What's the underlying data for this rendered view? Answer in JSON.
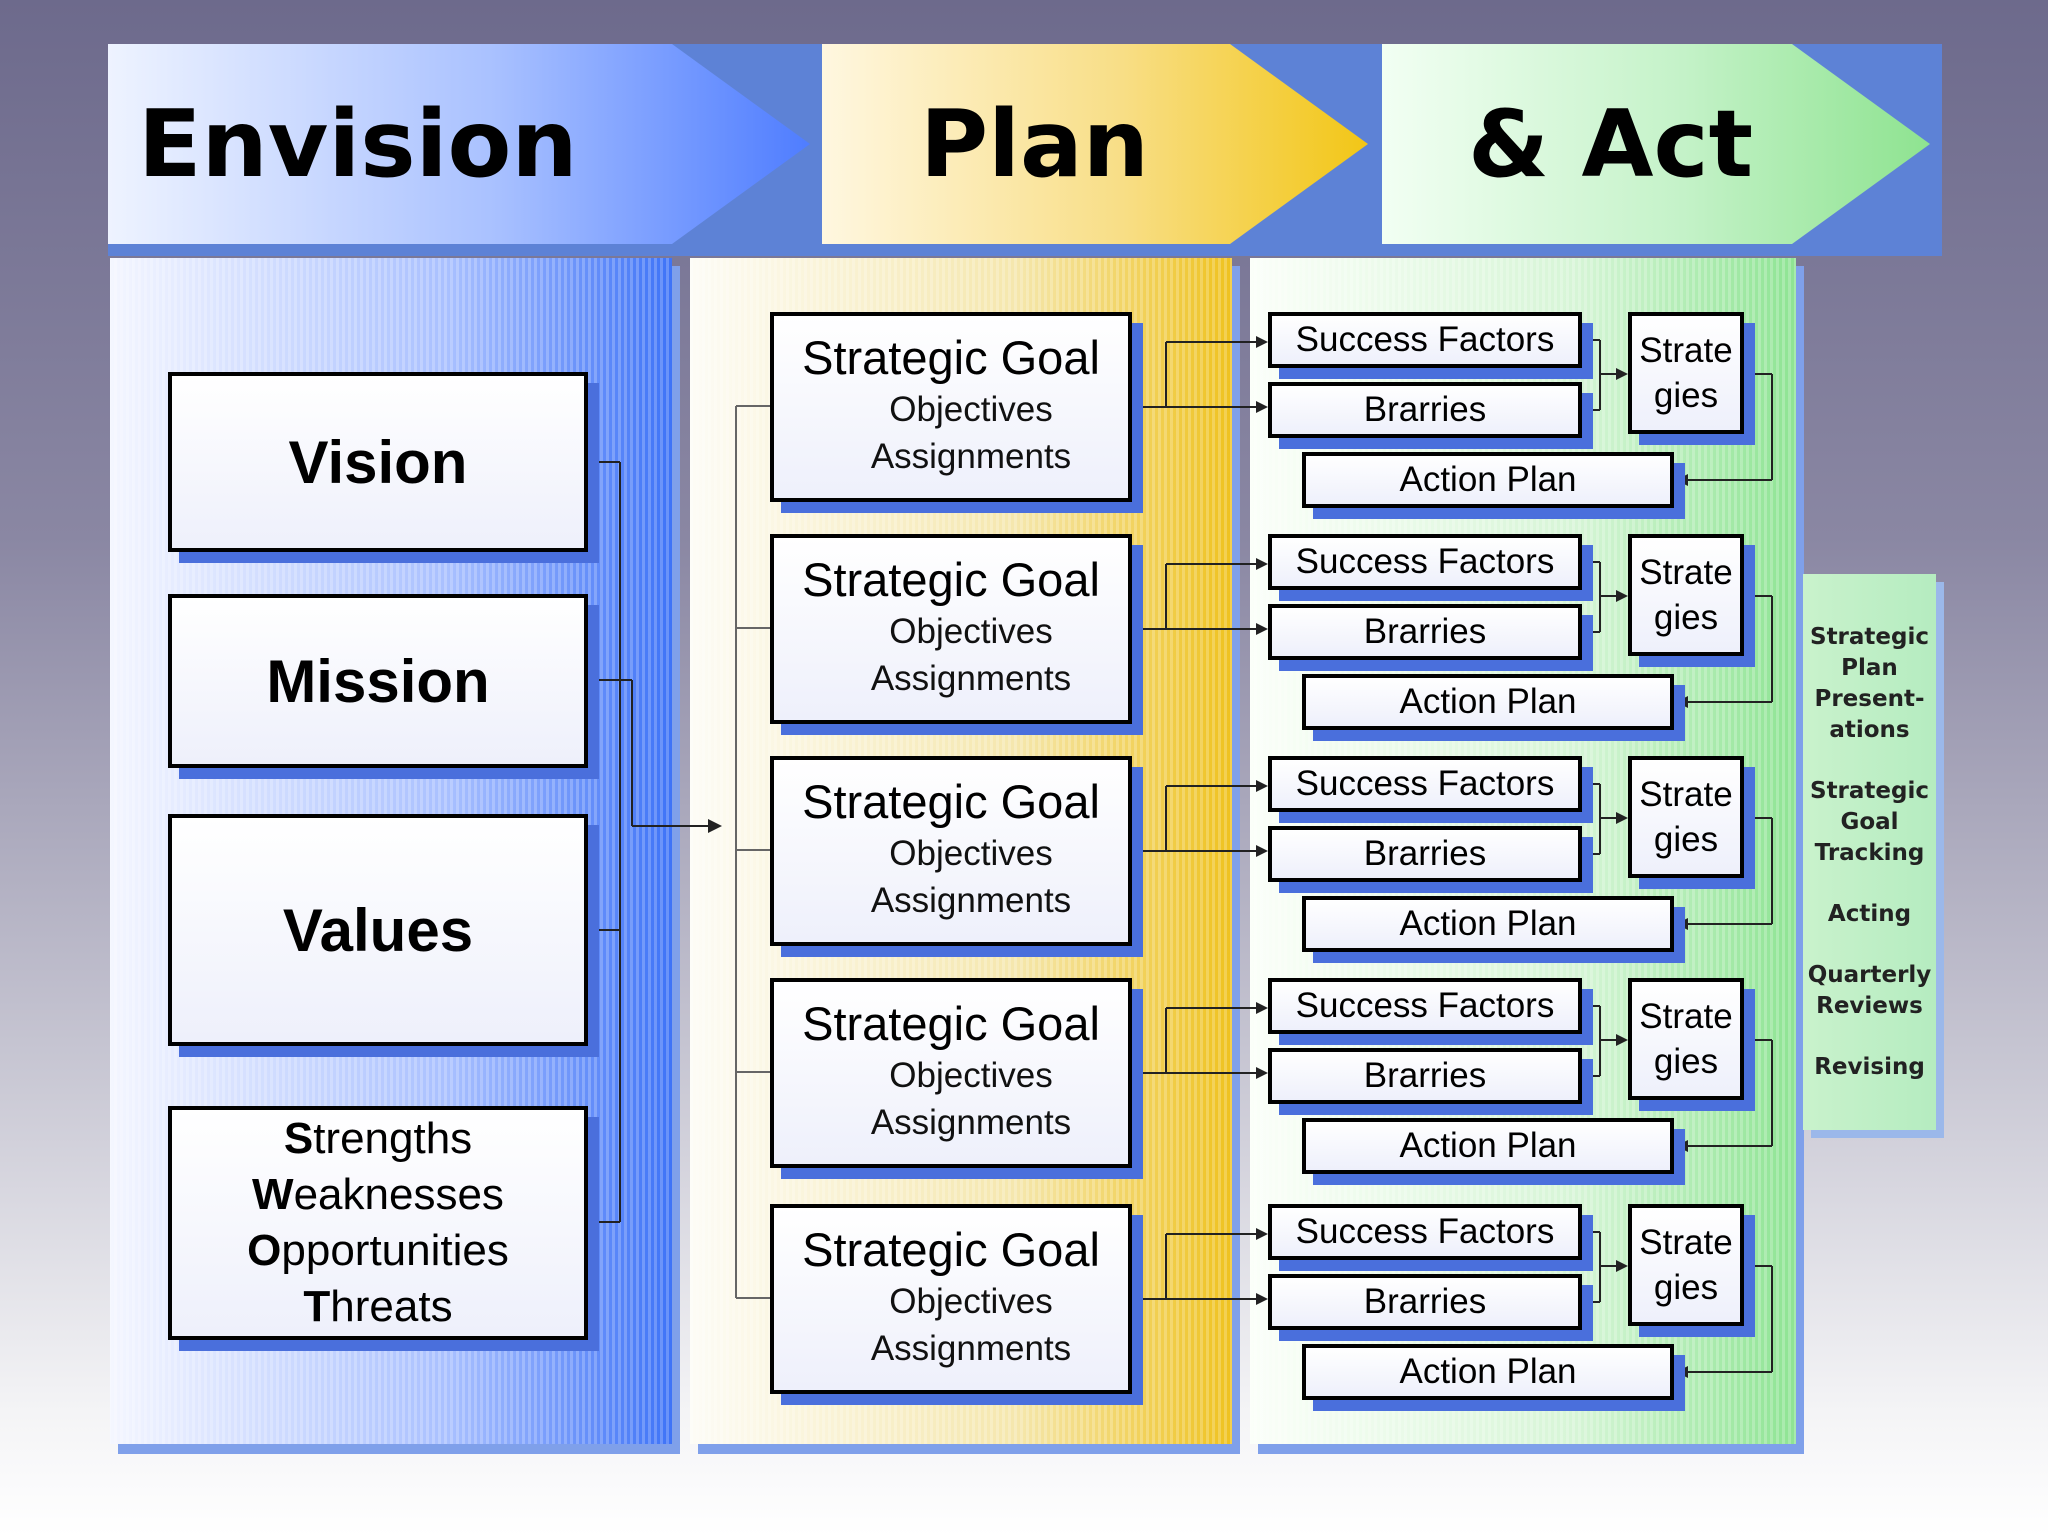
{
  "banner": {
    "envision": "Envision",
    "plan": "Plan",
    "act": "& Act"
  },
  "envision_boxes": {
    "vision": "Vision",
    "mission": "Mission",
    "values": "Values",
    "swot": [
      {
        "initial": "S",
        "rest": "trengths"
      },
      {
        "initial": "W",
        "rest": "eaknesses"
      },
      {
        "initial": "O",
        "rest": "pportunities"
      },
      {
        "initial": "T",
        "rest": "hreats"
      }
    ]
  },
  "goals": [
    {
      "title": "Strategic Goal",
      "line1": "Objectives",
      "line2": "Assignments",
      "success": "Success Factors",
      "barriers": "Brarries",
      "strategies_line1": "Strate",
      "strategies_line2": "gies",
      "action": "Action Plan"
    },
    {
      "title": "Strategic Goal",
      "line1": "Objectives",
      "line2": "Assignments",
      "success": "Success Factors",
      "barriers": "Brarries",
      "strategies_line1": "Strate",
      "strategies_line2": "gies",
      "action": "Action Plan"
    },
    {
      "title": "Strategic Goal",
      "line1": "Objectives",
      "line2": "Assignments",
      "success": "Success Factors",
      "barriers": "Brarries",
      "strategies_line1": "Strate",
      "strategies_line2": "gies",
      "action": "Action Plan"
    },
    {
      "title": "Strategic Goal",
      "line1": "Objectives",
      "line2": "Assignments",
      "success": "Success Factors",
      "barriers": "Brarries",
      "strategies_line1": "Strate",
      "strategies_line2": "gies",
      "action": "Action Plan"
    },
    {
      "title": "Strategic Goal",
      "line1": "Objectives",
      "line2": "Assignments",
      "success": "Success Factors",
      "barriers": "Brarries",
      "strategies_line1": "Strate",
      "strategies_line2": "gies",
      "action": "Action Plan"
    }
  ],
  "side_panel": [
    "Strategic\nPlan\nPresent-\nations",
    "Strategic\nGoal\nTracking",
    "Acting",
    "Quarterly\nReviews",
    "Revising"
  ]
}
